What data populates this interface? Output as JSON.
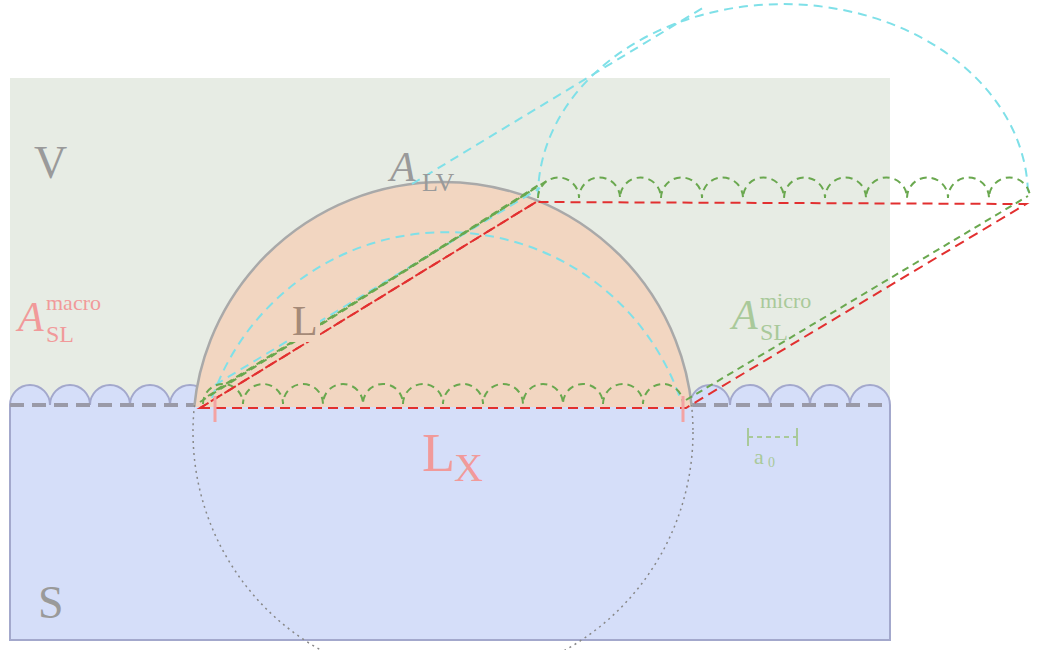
{
  "diagram": {
    "labels": [
      "V",
      "A",
      "LV",
      "A",
      "SL",
      "macro",
      "L",
      "A",
      "SL",
      "micro",
      "L",
      "X",
      "a",
      "0",
      "S"
    ]
  }
}
